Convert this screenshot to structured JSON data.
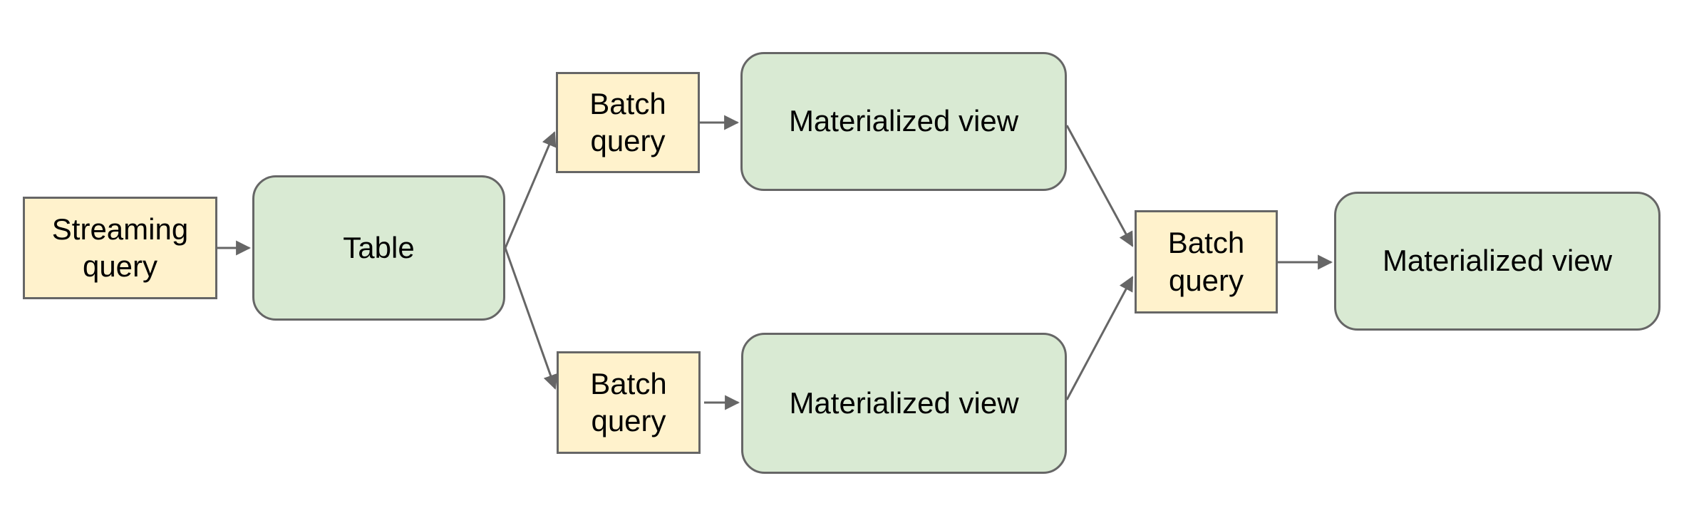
{
  "colors": {
    "background": "#ffffff",
    "query_fill": "#fff2cc",
    "data_fill": "#d9ead3",
    "border": "#666666",
    "arrow": "#666666",
    "text": "#000000"
  },
  "nodes": {
    "streaming_query": {
      "label": "Streaming query",
      "kind": "query"
    },
    "table": {
      "label": "Table",
      "kind": "data"
    },
    "batch_query_top": {
      "label": "Batch query",
      "kind": "query"
    },
    "materialized_view_top": {
      "label": "Materialized view",
      "kind": "data"
    },
    "batch_query_bottom": {
      "label": "Batch query",
      "kind": "query"
    },
    "materialized_view_bottom": {
      "label": "Materialized view",
      "kind": "data"
    },
    "batch_query_right": {
      "label": "Batch query",
      "kind": "query"
    },
    "materialized_view_final": {
      "label": "Materialized view",
      "kind": "data"
    }
  },
  "edges": [
    {
      "from": "streaming_query",
      "to": "table"
    },
    {
      "from": "table",
      "to": "batch_query_top"
    },
    {
      "from": "table",
      "to": "batch_query_bottom"
    },
    {
      "from": "batch_query_top",
      "to": "materialized_view_top"
    },
    {
      "from": "batch_query_bottom",
      "to": "materialized_view_bottom"
    },
    {
      "from": "materialized_view_top",
      "to": "batch_query_right"
    },
    {
      "from": "materialized_view_bottom",
      "to": "batch_query_right"
    },
    {
      "from": "batch_query_right",
      "to": "materialized_view_final"
    }
  ]
}
